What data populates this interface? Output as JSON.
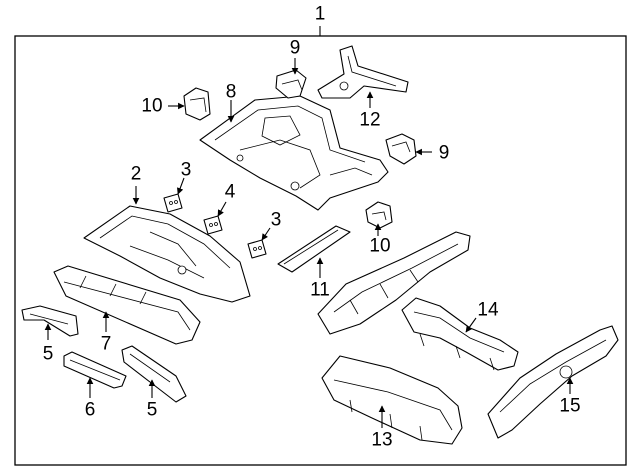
{
  "callouts": {
    "c1": "1",
    "c2": "2",
    "c3a": "3",
    "c3b": "3",
    "c4": "4",
    "c5a": "5",
    "c5b": "5",
    "c6": "6",
    "c7": "7",
    "c8": "8",
    "c9a": "9",
    "c9b": "9",
    "c10a": "10",
    "c10b": "10",
    "c11": "11",
    "c12": "12",
    "c13": "13",
    "c14": "14",
    "c15": "15"
  }
}
